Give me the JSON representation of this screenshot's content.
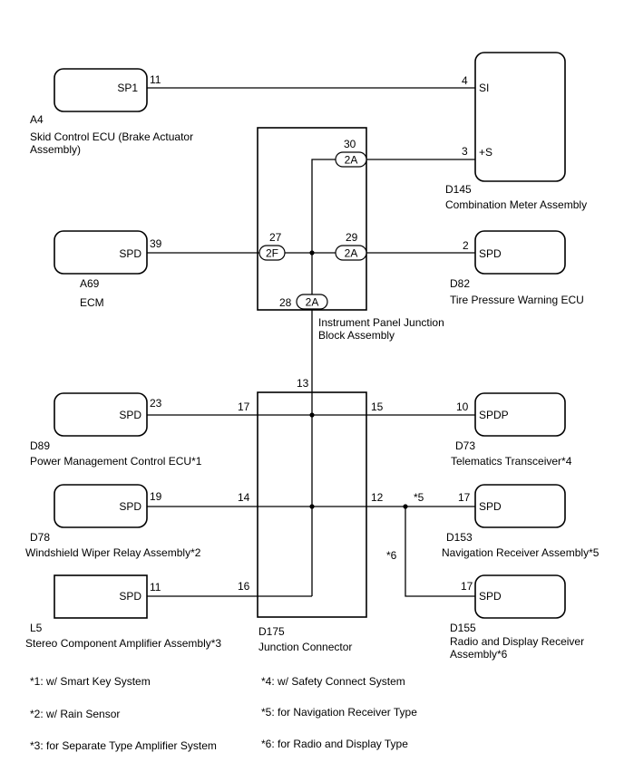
{
  "components": {
    "a4": {
      "pin_label": "SP1",
      "code": "A4",
      "name_line1": "Skid Control ECU (Brake Actuator",
      "name_line2": "Assembly)"
    },
    "d145": {
      "pin1_label": "SI",
      "pin2_label": "+S",
      "code": "D145",
      "name": "Combination Meter Assembly"
    },
    "a69": {
      "pin_label": "SPD",
      "code": "A69",
      "name": "ECM"
    },
    "d82": {
      "pin_label": "SPD",
      "code": "D82",
      "name": "Tire Pressure Warning ECU"
    },
    "jblock": {
      "name_line1": "Instrument Panel Junction",
      "name_line2": "Block Assembly",
      "conn_2a": "2A",
      "conn_2f": "2F"
    },
    "d89": {
      "pin_label": "SPD",
      "code": "D89",
      "name": "Power Management Control ECU*1"
    },
    "d73": {
      "pin_label": "SPDP",
      "code": "D73",
      "name": "Telematics Transceiver*4"
    },
    "d78": {
      "pin_label": "SPD",
      "code": "D78",
      "name": "Windshield Wiper Relay Assembly*2"
    },
    "d153": {
      "pin_label": "SPD",
      "code": "D153",
      "name": "Navigation Receiver Assembly*5"
    },
    "l5": {
      "pin_label": "SPD",
      "code": "L5",
      "name": "Stereo Component Amplifier Assembly*3"
    },
    "d175": {
      "code": "D175",
      "name": "Junction Connector"
    },
    "d155": {
      "pin_label": "SPD",
      "code": "D155",
      "name_line1": "Radio and Display Receiver",
      "name_line2": "Assembly*6"
    }
  },
  "pins": {
    "a4": "11",
    "d145_si": "4",
    "d145_s": "3",
    "jb_30": "30",
    "jb_27": "27",
    "jb_29": "29",
    "jb_28": "28",
    "a69": "39",
    "d82": "2",
    "jc_13": "13",
    "d89": "23",
    "jc_17": "17",
    "jc_15": "15",
    "d73": "10",
    "d78": "19",
    "jc_14": "14",
    "jc_12": "12",
    "d153": "17",
    "l5": "11",
    "jc_16": "16",
    "d155": "17"
  },
  "branch_marks": {
    "nav": "*5",
    "radio": "*6"
  },
  "notes": [
    "*1: w/ Smart Key System",
    "*2: w/ Rain Sensor",
    "*3: for Separate Type Amplifier System",
    "*4: w/ Safety Connect System",
    "*5: for Navigation Receiver Type",
    "*6: for Radio and Display Type"
  ]
}
